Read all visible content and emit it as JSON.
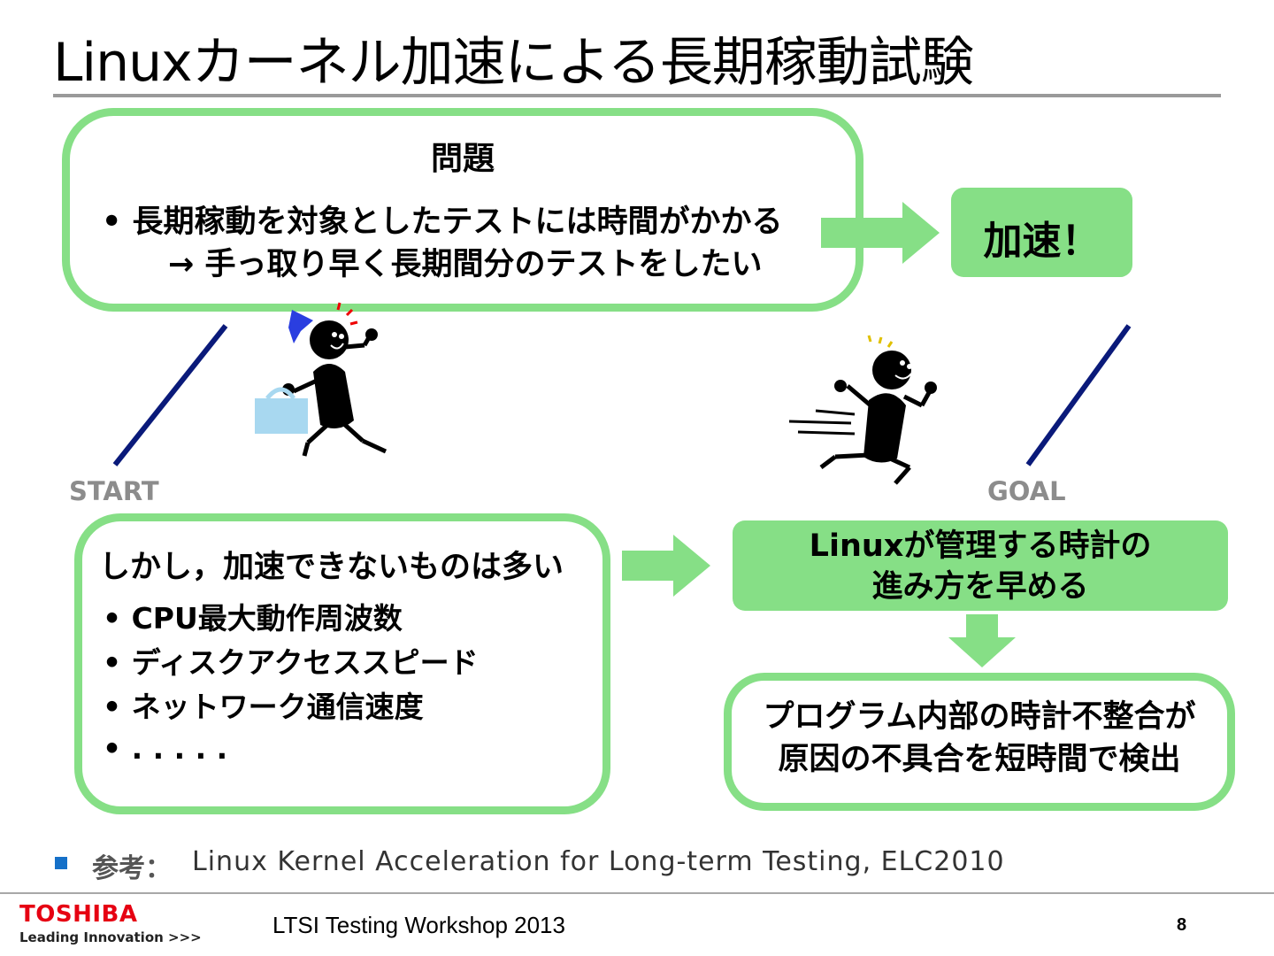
{
  "slide": {
    "title": "Linuxカーネル加速による長期稼動試験",
    "problem": {
      "heading": "問題",
      "bullet": "• 長期稼動を対象としたテストには時間がかかる",
      "sub": "→ 手っ取り早く長期間分のテストをしたい"
    },
    "accelerate_label": "加速！",
    "start_label": "START",
    "goal_label": "GOAL",
    "however": {
      "heading": "しかし，加速できないものは多い",
      "items": [
        "• CPU最大動作周波数",
        "• ディスクアクセススピード",
        "• ネットワーク通信速度",
        "• . . . . ."
      ]
    },
    "clock": {
      "line1": "Linuxが管理する時計の",
      "line2": "進み方を早める"
    },
    "detect": {
      "line1": "プログラム内部の時計不整合が",
      "line2": "原因の不具合を短時間で検出"
    },
    "reference": {
      "key": "参考：",
      "text": "Linux Kernel Acceleration for Long-term Testing, ELC2010"
    }
  },
  "footer": {
    "logo": "TOSHIBA",
    "tagline": "Leading Innovation >>>",
    "center": "LTSI Testing Workshop 2013",
    "page_number": "8"
  },
  "colors": {
    "green": "#86df86",
    "navy": "#0a1a7a",
    "toshiba_red": "#e60012",
    "bullet_blue": "#1570c8"
  },
  "icons": [
    "right-arrow-icon",
    "down-arrow-icon",
    "walking-figure-icon",
    "running-figure-icon",
    "start-line-icon",
    "goal-line-icon"
  ]
}
